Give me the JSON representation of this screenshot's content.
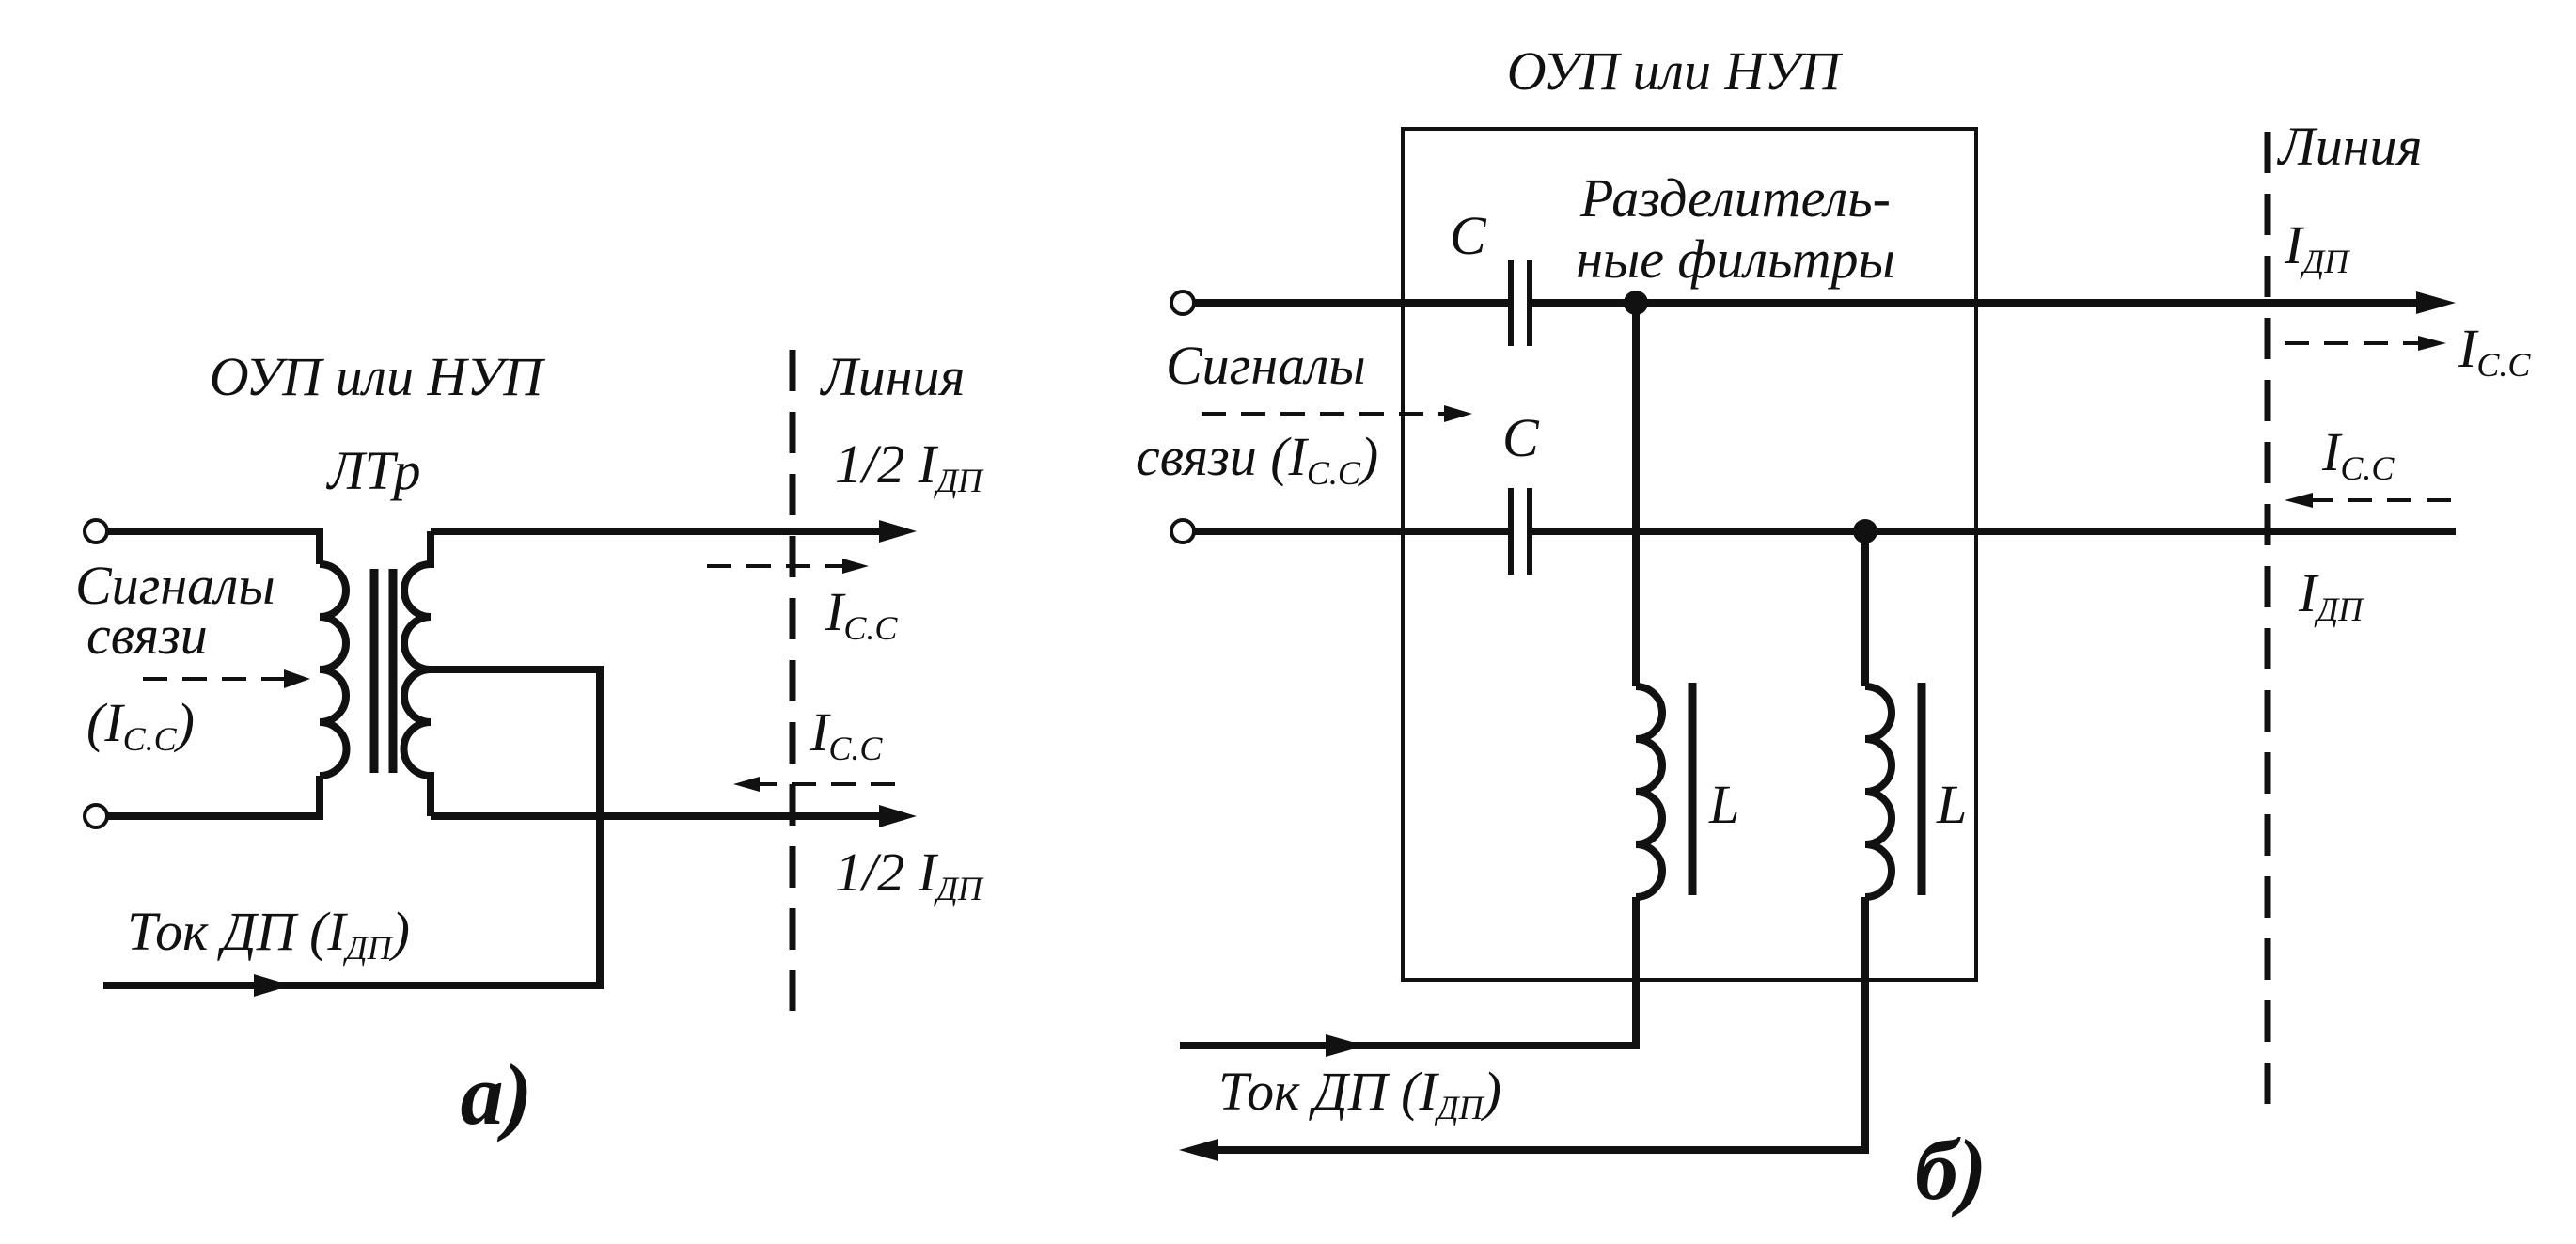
{
  "panel_a": {
    "header": "ОУП  или  НУП",
    "transformer_label": "ЛТр",
    "line_label": "Линия",
    "current_upper_label": "1/2 I",
    "current_upper_sub": "ДП",
    "current_lower_label": "1/2 I",
    "current_lower_sub": "ДП",
    "signal_out_label": "I",
    "signal_out_sub": "С.С",
    "signal_in_label": "I",
    "signal_in_sub": "С.С",
    "signals_line1": "Сигналы",
    "signals_line2": "связи",
    "signals_paren_open": "(I",
    "signals_paren_sub": "С.С",
    "signals_paren_close": ")",
    "dc_current_label": "Ток ДП (I",
    "dc_current_sub": "ДП",
    "dc_current_close": ")",
    "caption": "а)"
  },
  "panel_b": {
    "header": "ОУП  или  НУП",
    "line_label": "Линия",
    "cap_top_label": "C",
    "cap_bottom_label": "C",
    "filters_line1": "Разделитель-",
    "filters_line2": "ные фильтры",
    "signals_line1": "Сигналы",
    "signals_line2": "связи (I",
    "signals_sub": "С.С",
    "signals_close": ")",
    "top_dc_label": "I",
    "top_dc_sub": "ДП",
    "top_signal_label": "I",
    "top_signal_sub": "С.С",
    "bottom_signal_label": "I",
    "bottom_signal_sub": "С.С",
    "bottom_dc_label": "I",
    "bottom_dc_sub": "ДП",
    "inductor_left_label": "L",
    "inductor_right_label": "L",
    "dc_current_label": "Ток ДП (I",
    "dc_current_sub": "ДП",
    "dc_current_close": ")",
    "caption": "б)"
  }
}
